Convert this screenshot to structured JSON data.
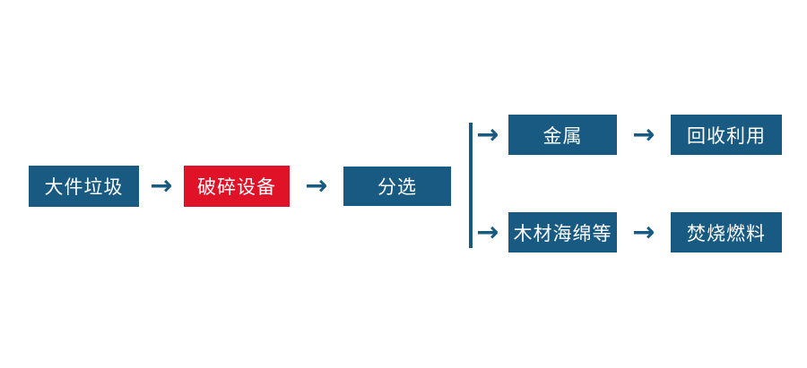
{
  "diagram": {
    "nodes": {
      "bulky_waste": {
        "label": "大件垃圾",
        "color": "#185A82"
      },
      "crushing_equipment": {
        "label": "破碎设备",
        "color": "#DF1228"
      },
      "sorting": {
        "label": "分选",
        "color": "#185A82"
      },
      "metal": {
        "label": "金属",
        "color": "#185A82"
      },
      "recycling": {
        "label": "回收利用",
        "color": "#185A82"
      },
      "wood_sponge_etc": {
        "label": "木材海绵等",
        "color": "#185A82"
      },
      "incineration_fuel": {
        "label": "焚烧燃料",
        "color": "#185A82"
      }
    },
    "edges": [
      {
        "from": "bulky_waste",
        "to": "crushing_equipment"
      },
      {
        "from": "crushing_equipment",
        "to": "sorting"
      },
      {
        "from": "sorting",
        "to": "metal"
      },
      {
        "from": "sorting",
        "to": "wood_sponge_etc"
      },
      {
        "from": "metal",
        "to": "recycling"
      },
      {
        "from": "wood_sponge_etc",
        "to": "incineration_fuel"
      }
    ]
  },
  "icons": {
    "arrow_right": "→"
  },
  "colors": {
    "node_blue": "#185A82",
    "node_red": "#DF1228",
    "connector_blue": "#185A82",
    "node_text": "#FFFFFF",
    "background": "#FFFFFF"
  }
}
